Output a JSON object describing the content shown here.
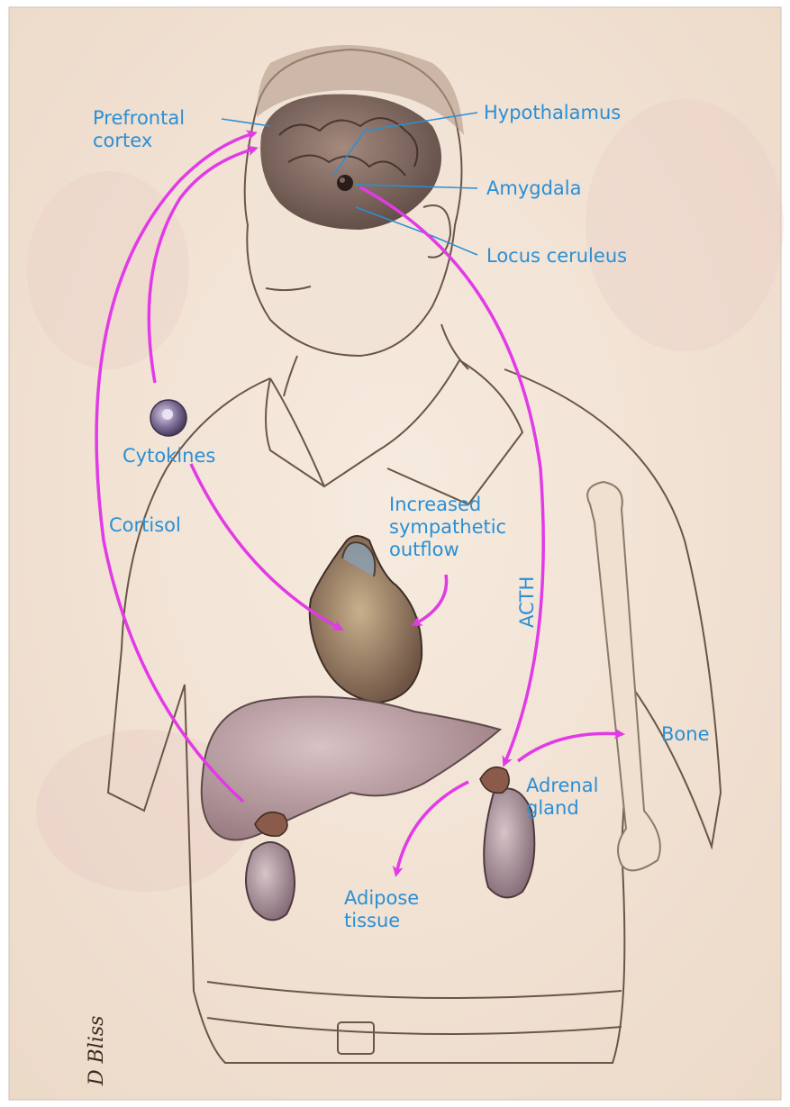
{
  "labels": {
    "prefrontal_cortex": "Prefrontal\ncortex",
    "hypothalamus": "Hypothalamus",
    "amygdala": "Amygdala",
    "locus_ceruleus": "Locus ceruleus",
    "cytokines": "Cytokines",
    "cortisol": "Cortisol",
    "increased_sympathetic_outflow": "Increased\nsympathetic\noutflow",
    "acth": "ACTH",
    "bone": "Bone",
    "adrenal_gland": "Adrenal\ngland",
    "adipose_tissue": "Adipose\ntissue"
  },
  "signature": "D Bliss",
  "colors": {
    "label_text": "#2a8fd6",
    "arrow": "#e23ae6",
    "background": "#f4e6d8",
    "ink": "#4a3a30"
  }
}
